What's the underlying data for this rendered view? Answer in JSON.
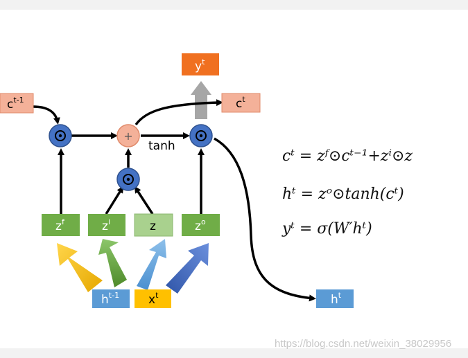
{
  "labels": {
    "c_prev": "c",
    "c_prev_sup": "t-1",
    "y_out": "y",
    "y_out_sup": "t",
    "c_out": "c",
    "c_out_sup": "t",
    "tanh": "tanh",
    "zf": "z",
    "zf_sup": "f",
    "zi": "z",
    "zi_sup": "i",
    "z": "z",
    "zo": "z",
    "zo_sup": "o",
    "h_prev": "h",
    "h_prev_sup": "t-1",
    "x_in": "x",
    "x_in_sup": "t",
    "h_out": "h",
    "h_out_sup": "t",
    "plus": "+",
    "odot": "⊙"
  },
  "equations": {
    "eq1": "cᵗ = zᶠ⊙cᵗ⁻¹+zⁱ⊙z",
    "eq2": "hᵗ = zᵒ⊙tanh(cᵗ)",
    "eq3": "yᵗ = σ(W′hᵗ)"
  },
  "watermark": "https://blog.csdn.net/weixin_38029956",
  "colors": {
    "salmon": "#f4b199",
    "salmon_border": "#e08a6a",
    "orange": "#f07020",
    "green": "#70ad47",
    "light_green": "#a9d18e",
    "blue_box": "#5b9bd5",
    "yellow": "#ffc000",
    "node_blue": "#4472c4",
    "node_border": "#2f528f",
    "gray_arrow": "#a6a6a6"
  }
}
